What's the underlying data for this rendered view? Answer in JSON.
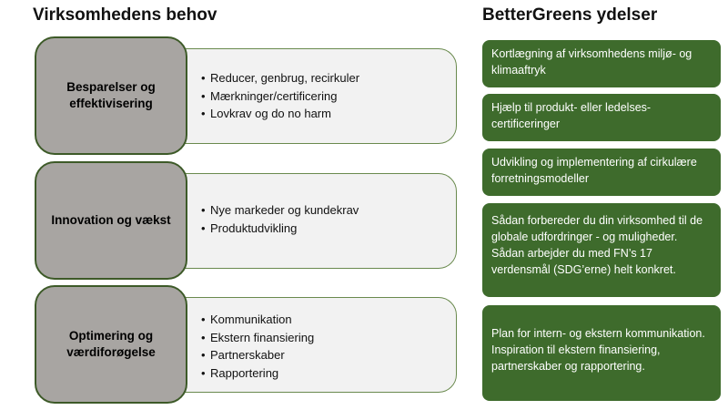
{
  "left_heading": "Virksomhedens behov",
  "right_heading": "BetterGreens ydelser",
  "needs": [
    {
      "title": "Besparelser og effektivisering",
      "bullets": [
        "Reducer, genbrug, recirkuler",
        "Mærkninger/certificering",
        "Lovkrav og do no harm"
      ]
    },
    {
      "title": "Innovation og vækst",
      "bullets": [
        "Nye markeder og kundekrav",
        "Produktudvikling"
      ]
    },
    {
      "title": "Optimering og værdiforøgelse",
      "bullets": [
        "Kommunikation",
        "Ekstern finansiering",
        "Partnerskaber",
        "Rapportering"
      ]
    }
  ],
  "services": [
    "Kortlægning af virksomhedens miljø- og klimaaftryk",
    "Hjælp til produkt- eller ledelses-certificeringer",
    "Udvikling og implementering af cirkulære forretningsmodeller",
    "Sådan forbereder du din virksomhed til de globale udfordringer - og muligheder. Sådan arbejder du med FN’s 17 verdensmål (SDG’erne) helt konkret.",
    "Plan for intern- og ekstern kommunikation. Inspiration til ekstern finansiering, partnerskaber og rapportering."
  ],
  "colors": {
    "service_fill": "#3e6b2c",
    "category_fill": "#a8a5a2",
    "panel_fill": "#f2f2f2"
  }
}
